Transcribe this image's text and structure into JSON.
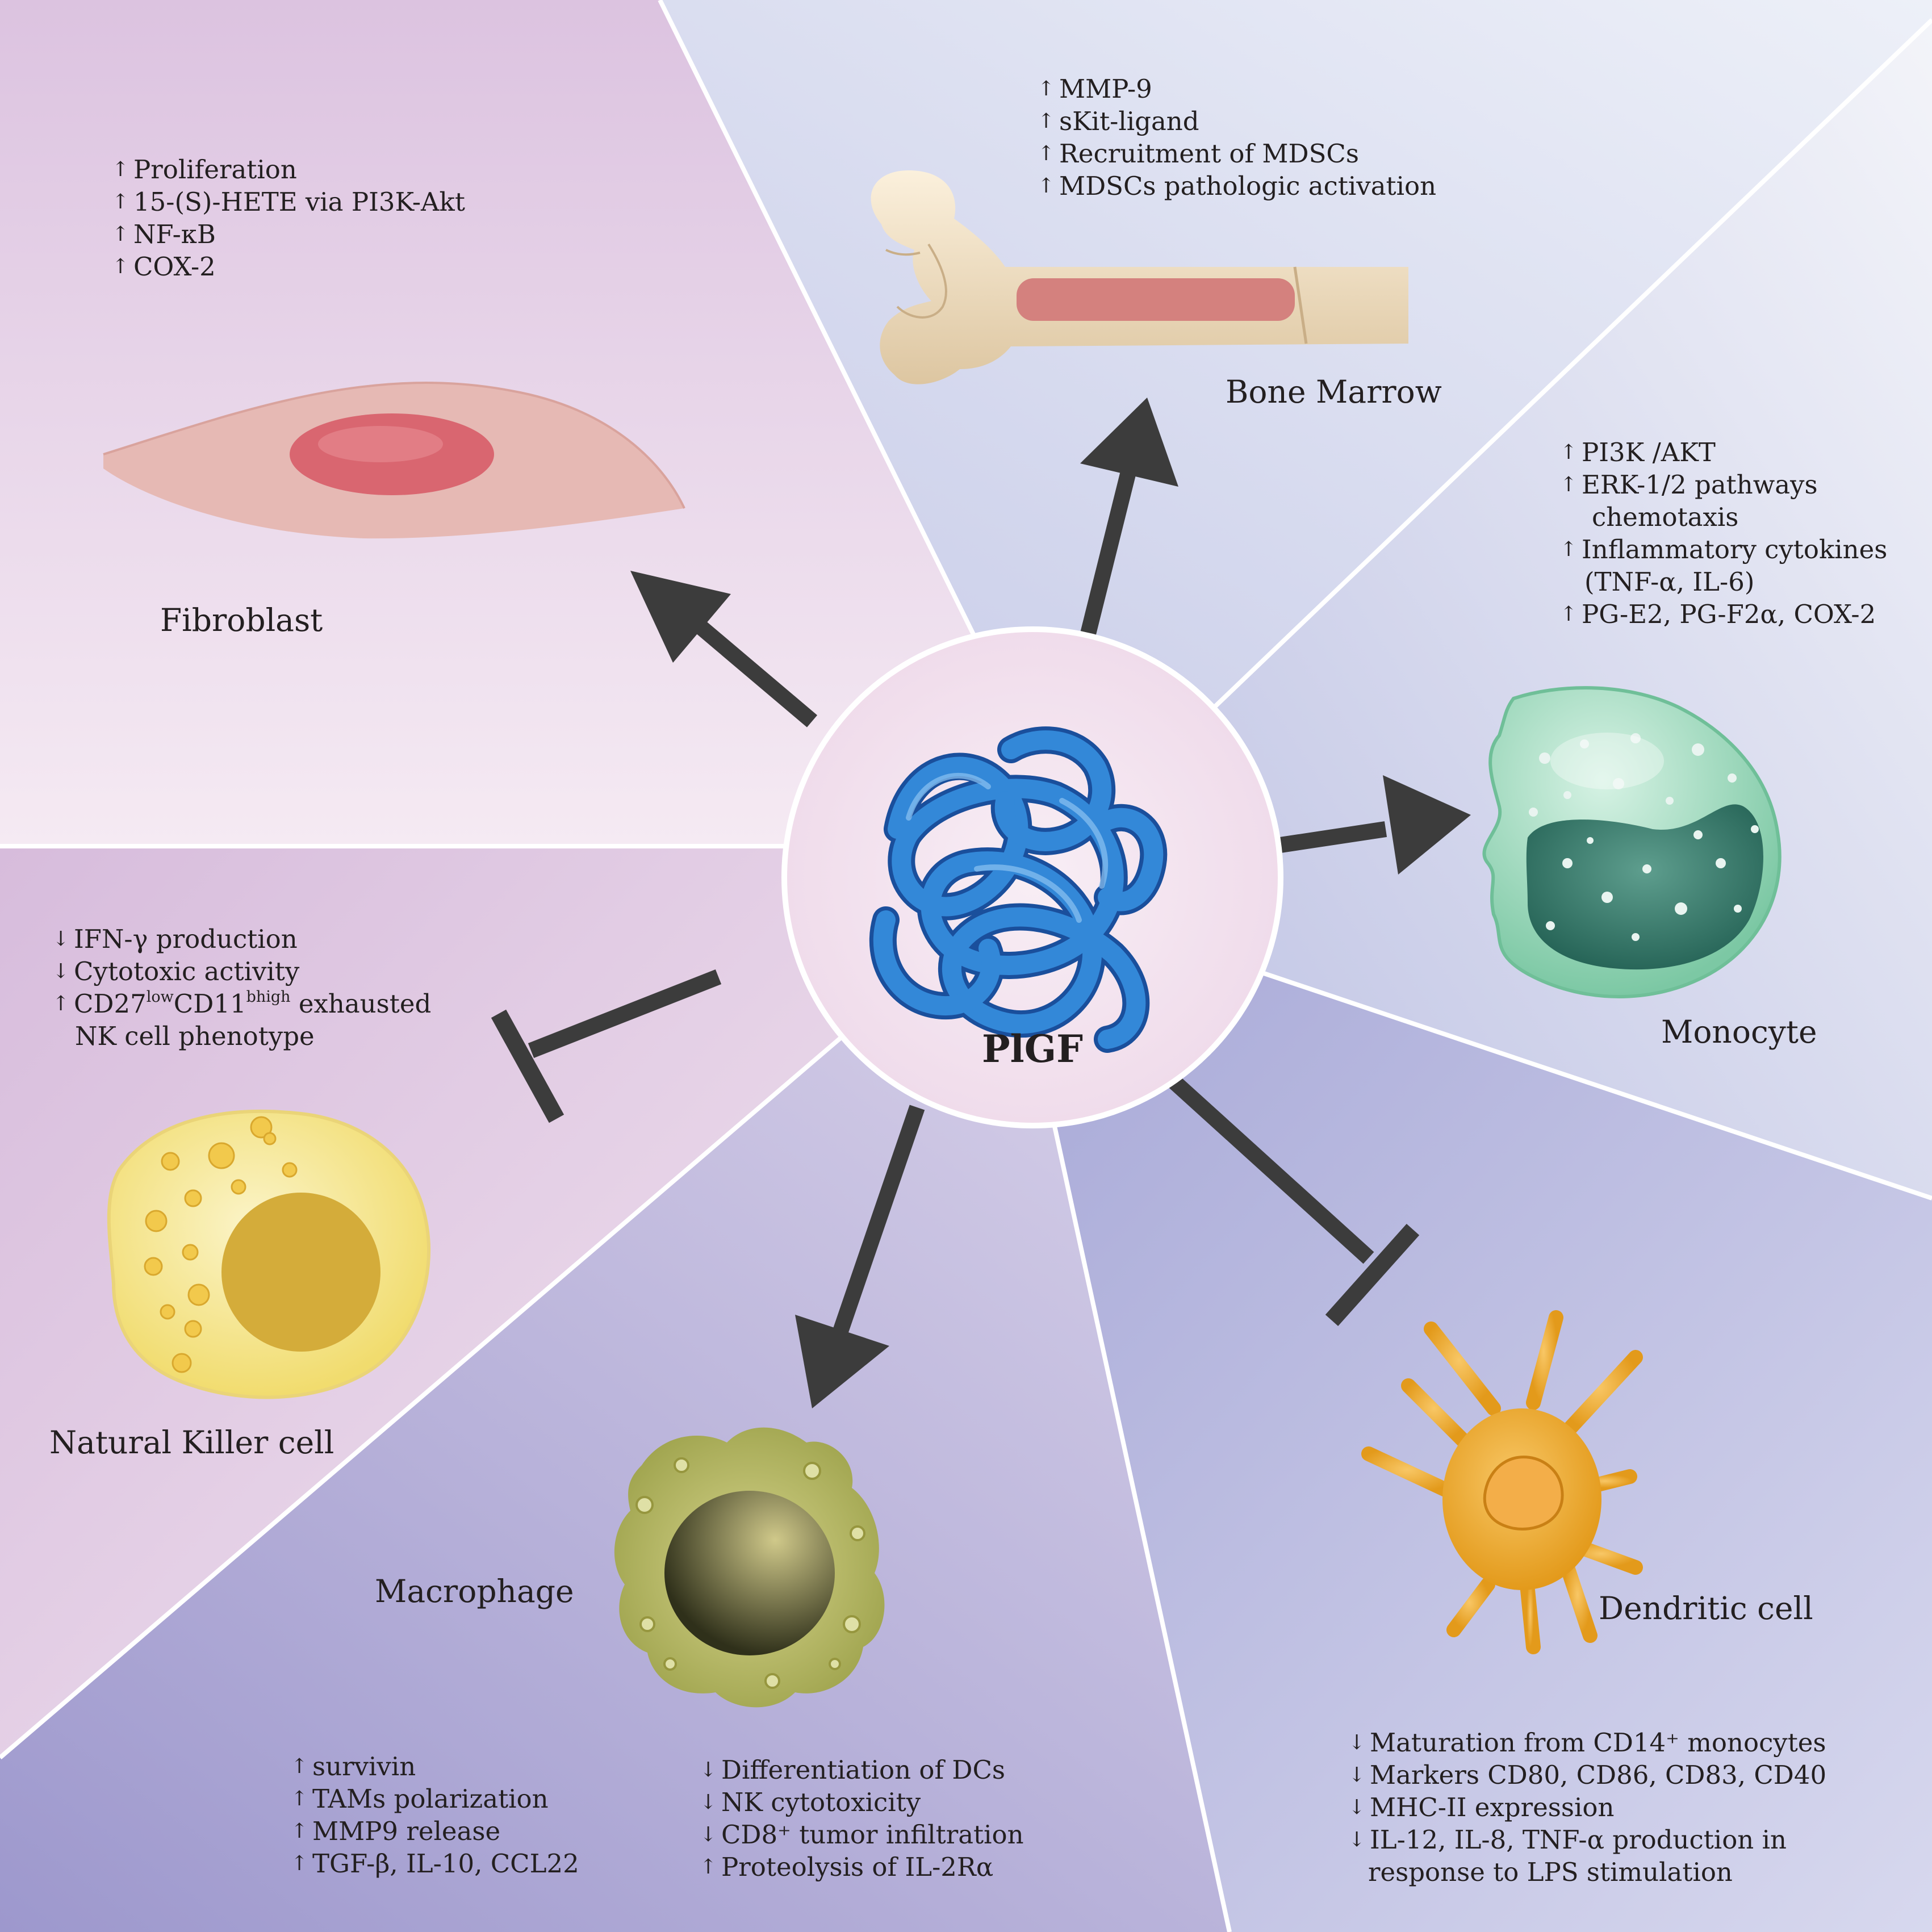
{
  "center": {
    "label": "PlGF"
  },
  "colors": {
    "arrow": "#3c3c3c",
    "fibroblast_panel": "#e6d0e4",
    "bone_marrow_panel": "#d6d9ee",
    "monocyte_panel": "#dcdff0",
    "dendritic_panel": "#c2c3e2",
    "macrophage_panel": "#b9b4da",
    "nk_panel": "#e2c9e0",
    "protein": "#2a73c4"
  },
  "icons": {
    "center": "plgf-protein-icon",
    "fibroblast": "fibroblast-cell-icon",
    "bone_marrow": "bone-icon",
    "monocyte": "monocyte-cell-icon",
    "dendritic": "dendritic-cell-icon",
    "macrophage": "macrophage-cell-icon",
    "nk": "nk-cell-icon"
  },
  "panels": {
    "fibroblast": {
      "label": "Fibroblast",
      "items": [
        {
          "dir": "↑",
          "text": "Proliferation"
        },
        {
          "dir": "↑",
          "text": "15-(S)-HETE via PI3K-Akt"
        },
        {
          "dir": "↑",
          "text": "NF-κB"
        },
        {
          "dir": "↑",
          "text": "COX-2"
        }
      ]
    },
    "bone_marrow": {
      "label": "Bone Marrow",
      "items": [
        {
          "dir": "↑",
          "text": "MMP-9"
        },
        {
          "dir": "↑",
          "text": "sKit-ligand"
        },
        {
          "dir": "↑",
          "text": "Recruitment of MDSCs"
        },
        {
          "dir": "↑",
          "text": "MDSCs pathologic activation"
        }
      ]
    },
    "monocyte": {
      "label": "Monocyte",
      "items": [
        {
          "dir": "↑",
          "text": "PI3K /AKT"
        },
        {
          "dir": "↑",
          "text": "ERK-1/2 pathways"
        },
        {
          "dir": "",
          "text": "chemotaxis"
        },
        {
          "dir": "↑",
          "text": "Inflammatory cytokines"
        },
        {
          "dir": "",
          "text": "(TNF-α, IL-6)"
        },
        {
          "dir": "↑",
          "text": "PG-E2, PG-F2α, COX-2"
        }
      ]
    },
    "dendritic": {
      "label": "Dendritic cell",
      "items": [
        {
          "dir": "↓",
          "text": "Maturation from CD14⁺ monocytes"
        },
        {
          "dir": "↓",
          "text": "Markers CD80, CD86, CD83, CD40"
        },
        {
          "dir": "↓",
          "text": "MHC-II expression"
        },
        {
          "dir": "↓",
          "text": "IL-12, IL-8, TNF-α production in"
        },
        {
          "dir": "",
          "text": "response to LPS stimulation"
        }
      ]
    },
    "macrophage": {
      "label": "Macrophage",
      "items_left": [
        {
          "dir": "↑",
          "text": "survivin"
        },
        {
          "dir": "↑",
          "text": "TAMs polarization"
        },
        {
          "dir": "↑",
          "text": "MMP9 release"
        },
        {
          "dir": "↑",
          "text": "TGF-β, IL-10, CCL22"
        }
      ],
      "items_right": [
        {
          "dir": "↓",
          "text": "Differentiation of DCs"
        },
        {
          "dir": "↓",
          "text": "NK cytotoxicity"
        },
        {
          "dir": "↓",
          "text": "CD8⁺ tumor infiltration"
        },
        {
          "dir": "↑",
          "text": "Proteolysis of IL-2Rα"
        }
      ]
    },
    "nk": {
      "label": "Natural Killer cell",
      "items": [
        {
          "dir": "↓",
          "text": "IFN-γ production"
        },
        {
          "dir": "↓",
          "text": "Cytotoxic activity"
        },
        {
          "dir": "↑",
          "text": "CD27lowCD11bhigh exhausted"
        },
        {
          "dir": "",
          "text": "NK cell phenotype"
        }
      ]
    }
  }
}
